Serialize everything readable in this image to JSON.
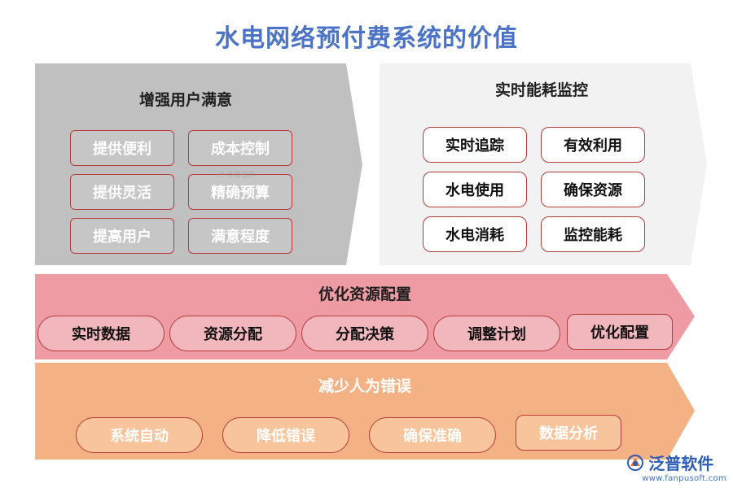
{
  "title": "水电网络预付费系统的价值",
  "panels": {
    "satisfaction": {
      "title": "增强用户满意",
      "items": [
        "提供便利",
        "成本控制",
        "提供灵活",
        "精确预算",
        "提高用户",
        "满意程度"
      ]
    },
    "monitoring": {
      "title": "实时能耗监控",
      "items": [
        "实时追踪",
        "有效利用",
        "水电使用",
        "确保资源",
        "水电消耗",
        "监控能耗"
      ]
    },
    "optimize": {
      "title": "优化资源配置",
      "items": [
        "实时数据",
        "资源分配",
        "分配决策",
        "调整计划",
        "优化配置"
      ]
    },
    "reduce": {
      "title": "减少人为错误",
      "items": [
        "系统自动",
        "降低错误",
        "确保准确",
        "数据分析"
      ]
    }
  },
  "watermark": "泛普软件",
  "logo": {
    "name": "泛普软件",
    "url": "www.fanpusoft.com"
  },
  "colors": {
    "title": "#4b74c6",
    "panel_gray": "#c0c0c0",
    "panel_light": "#f2f2f2",
    "panel_pink": "#ee9ba4",
    "panel_orange": "#f4b183",
    "border_red": "#b73b3b"
  }
}
